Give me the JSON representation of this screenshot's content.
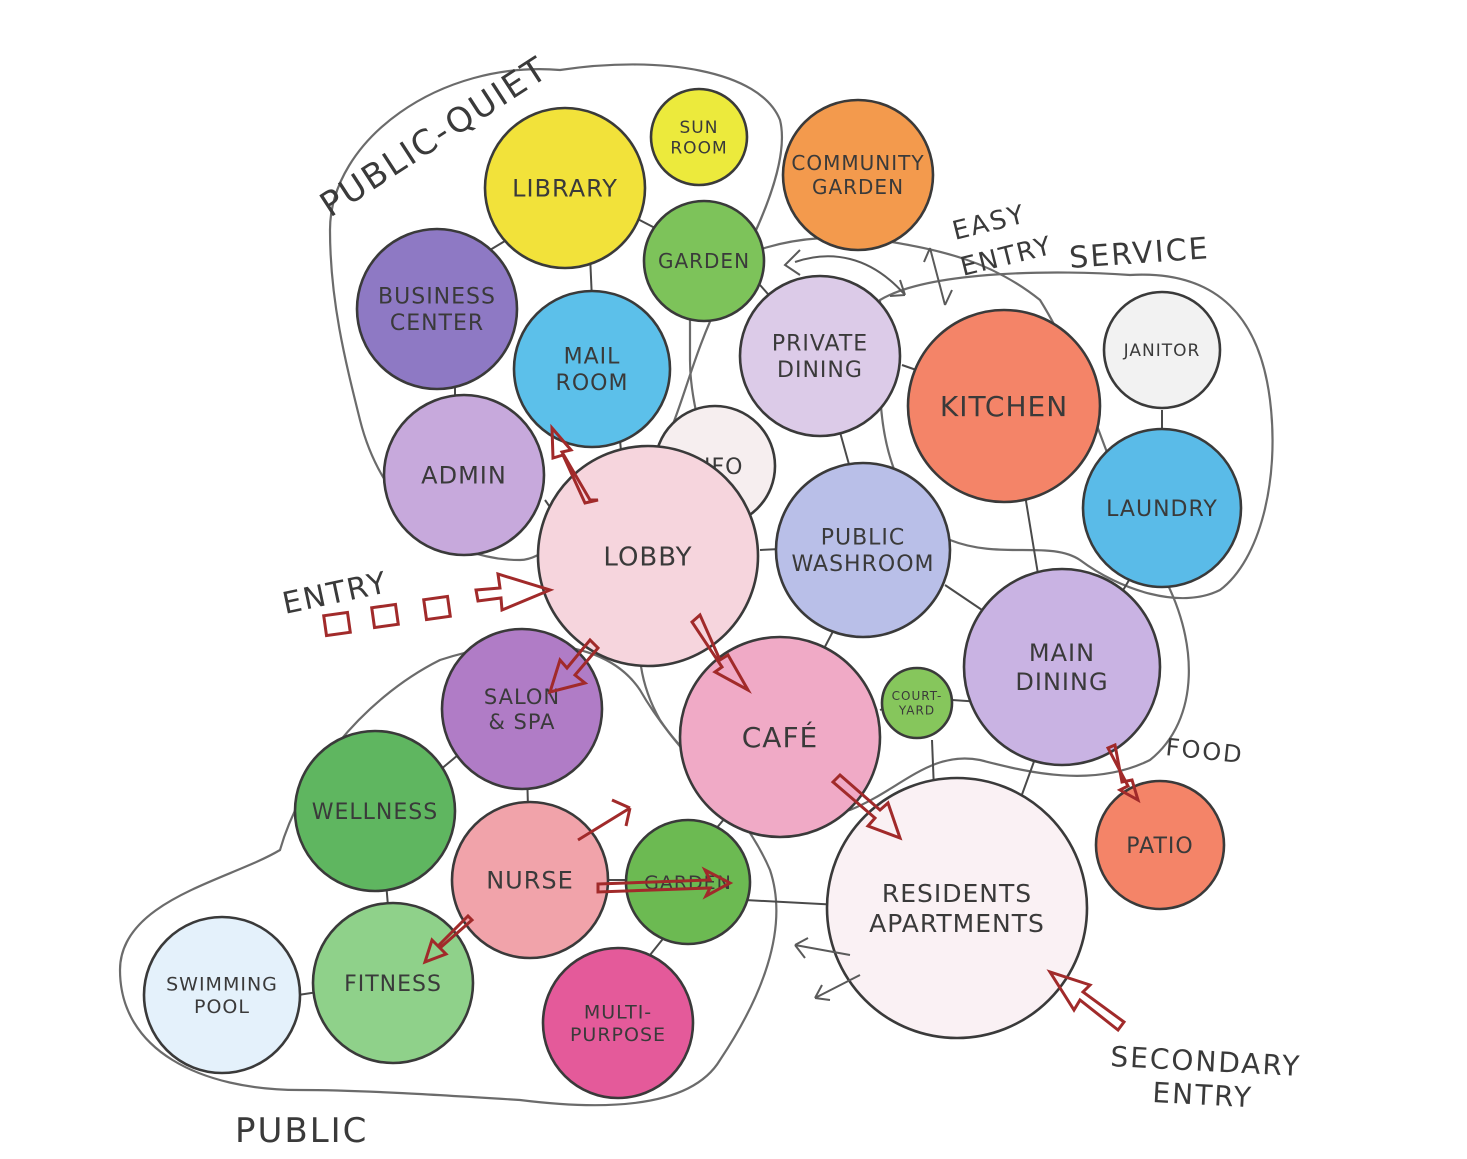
{
  "zones": {
    "public_quiet": "PUBLIC-QUIET",
    "service": "SERVICE",
    "public": "PUBLIC",
    "food": "FOOD"
  },
  "annotations": {
    "entry": "ENTRY",
    "easy_entry_1": "EASY",
    "easy_entry_2": "ENTRY",
    "secondary_entry_1": "SECONDARY",
    "secondary_entry_2": "ENTRY"
  },
  "rooms": {
    "library": {
      "lines": [
        "LIBRARY"
      ],
      "color": "#f2e23a"
    },
    "sun_room": {
      "lines": [
        "SUN",
        "ROOM"
      ],
      "color": "#ecea3c"
    },
    "community_garden": {
      "lines": [
        "COMMUNITY",
        "GARDEN"
      ],
      "color": "#f39a4d"
    },
    "garden_top": {
      "lines": [
        "GARDEN"
      ],
      "color": "#7dc35a"
    },
    "business_center": {
      "lines": [
        "BUSINESS",
        "CENTER"
      ],
      "color": "#8e79c4"
    },
    "mail_room": {
      "lines": [
        "MAIL",
        "ROOM"
      ],
      "color": "#5cc0ea"
    },
    "admin": {
      "lines": [
        "ADMIN"
      ],
      "color": "#c7a9dc"
    },
    "info": {
      "lines": [
        "INFO"
      ],
      "color": "#f6eeef"
    },
    "lobby": {
      "lines": [
        "LOBBY"
      ],
      "color": "#f6d5dd"
    },
    "private_dining": {
      "lines": [
        "PRIVATE",
        "DINING"
      ],
      "color": "#dccbe8"
    },
    "kitchen": {
      "lines": [
        "KITCHEN"
      ],
      "color": "#f48468"
    },
    "janitor": {
      "lines": [
        "JANITOR"
      ],
      "color": "#f2f2f2"
    },
    "laundry": {
      "lines": [
        "LAUNDRY"
      ],
      "color": "#5abbe8"
    },
    "public_washroom": {
      "lines": [
        "PUBLIC",
        "WASHROOM"
      ],
      "color": "#b9bfe8"
    },
    "main_dining": {
      "lines": [
        "MAIN",
        "DINING"
      ],
      "color": "#c9b3e3"
    },
    "salon_spa": {
      "lines": [
        "SALON",
        "& SPA"
      ],
      "color": "#b07cc6"
    },
    "cafe": {
      "lines": [
        "CAFÉ"
      ],
      "color": "#f0aac6"
    },
    "courtyard": {
      "lines": [
        "COURT-",
        "YARD"
      ],
      "color": "#86c65c"
    },
    "wellness": {
      "lines": [
        "WELLNESS"
      ],
      "color": "#5fb660"
    },
    "nurse": {
      "lines": [
        "NURSE"
      ],
      "color": "#f1a3aa"
    },
    "garden_bottom": {
      "lines": [
        "GARDEN"
      ],
      "color": "#6cba52"
    },
    "residents_apartments": {
      "lines": [
        "RESIDENTS",
        "APARTMENTS"
      ],
      "color": "#faf1f4"
    },
    "patio": {
      "lines": [
        "PATIO"
      ],
      "color": "#f48468"
    },
    "swimming_pool": {
      "lines": [
        "SWIMMING",
        "POOL"
      ],
      "color": "#e4f1fb"
    },
    "fitness": {
      "lines": [
        "FITNESS"
      ],
      "color": "#8fd18a"
    },
    "multi_purpose": {
      "lines": [
        "MULTI-",
        "PURPOSE"
      ],
      "color": "#e45a9a"
    }
  }
}
